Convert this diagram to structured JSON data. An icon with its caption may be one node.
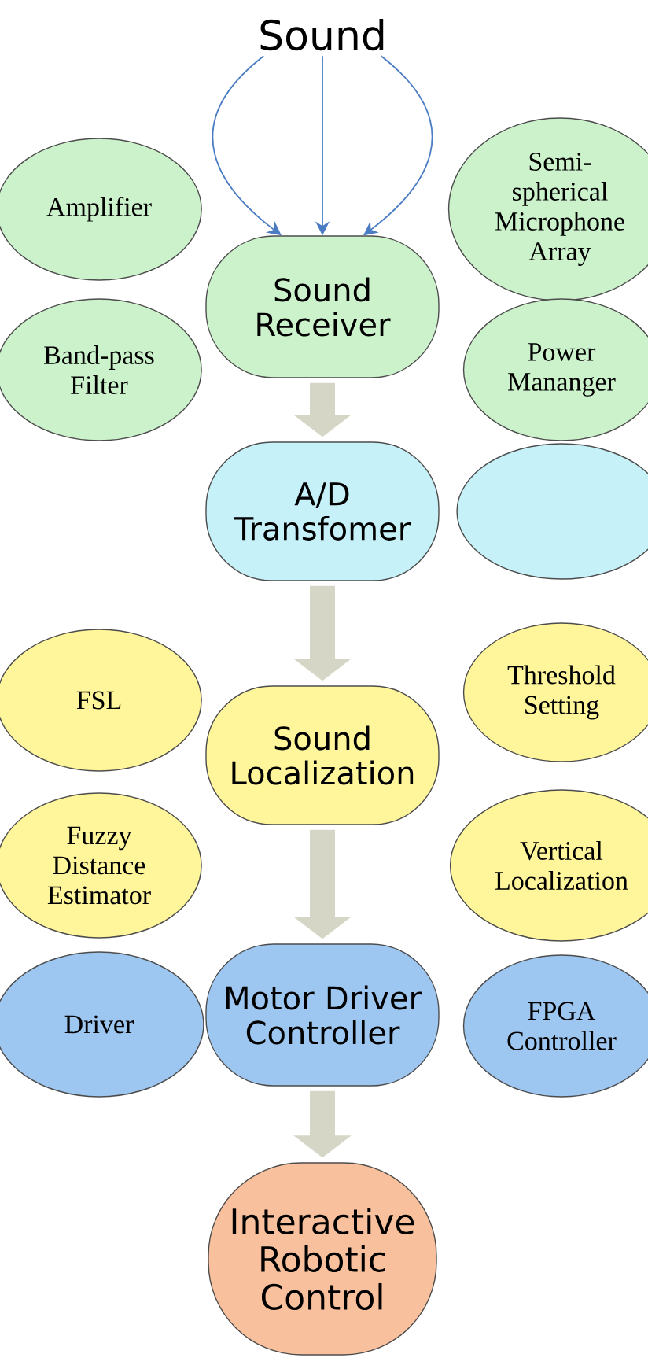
{
  "diagram": {
    "nodes": [
      {
        "text": [
          "Sound"
        ]
      },
      {
        "text": [
          "Amplifier"
        ]
      },
      {
        "text": [
          "Semi-spherical Microphone Array"
        ]
      },
      {
        "text": [
          "Sound Receiver"
        ]
      },
      {
        "text": [
          "Band-pass Filter"
        ]
      },
      {
        "text": [
          "Power Mananger"
        ]
      },
      {
        "text": [
          "A/D Transfomer"
        ]
      },
      {
        "text": [],
        "shape": "circle"
      },
      {
        "text": [
          "FSL"
        ]
      },
      {
        "text": [
          "Threshold Setting"
        ]
      },
      {
        "text": [
          "Sound Localization"
        ]
      },
      {
        "text": [
          "Fuzzy Distance Estimator"
        ]
      },
      {
        "text": [
          "Vertical Localization"
        ]
      },
      {
        "text": [
          "Driver"
        ]
      },
      {
        "text": [
          "Motor Driver Controller"
        ]
      },
      {
        "text": [
          "FPGA Controller"
        ]
      },
      {
        "text": [
          "Interactive Robotic Control"
        ]
      }
    ],
    "edges": [
      {
        "from": 0,
        "to": 3,
        "arrow": "to",
        "color": "#4a7cc4"
      },
      {
        "from": 0,
        "to": 3,
        "arrow": "to",
        "color": "#4a7cc4"
      },
      {
        "from": 0,
        "to": 3,
        "arrow": "to",
        "color": "#4a7cc4"
      },
      {
        "from": 3,
        "to": 6,
        "arrow": "to"
      },
      {
        "from": 6,
        "to": 10,
        "arrow": "to"
      },
      {
        "from": 10,
        "to": 14,
        "arrow": "to"
      },
      {
        "from": 14,
        "to": 16,
        "arrow": "to"
      }
    ]
  }
}
